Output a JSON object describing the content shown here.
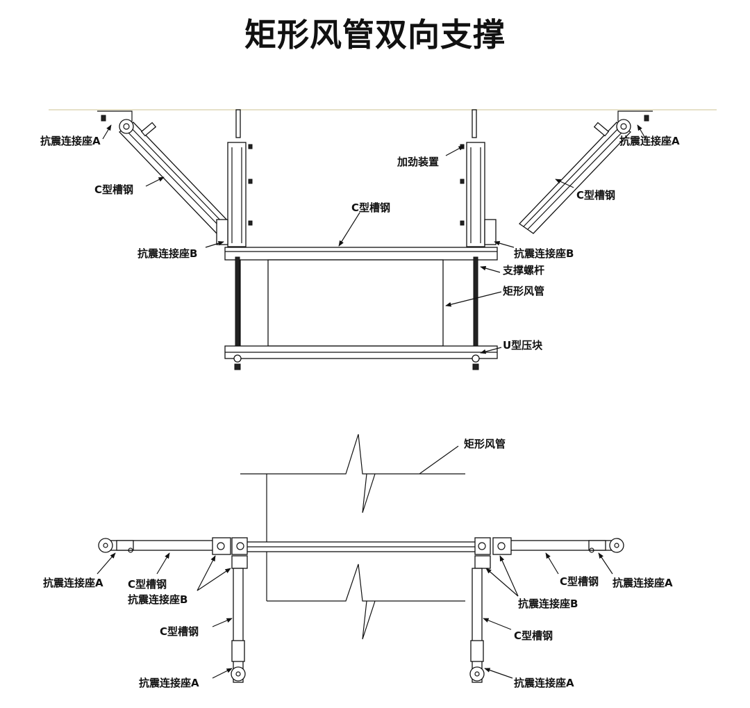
{
  "title": "矩形风管双向支撑",
  "front_view": {
    "labels": {
      "seat_a_left": "抗震连接座A",
      "seat_a_right": "抗震连接座A",
      "reinforce": "加劲装置",
      "channel_left": "C型槽钢",
      "channel_right": "C型槽钢",
      "channel_top": "C型槽钢",
      "seat_b_left": "抗震连接座B",
      "seat_b_right": "抗震连接座B",
      "rod": "支撑螺杆",
      "duct": "矩形风管",
      "clamp": "U型压块"
    }
  },
  "plan_view": {
    "labels": {
      "duct": "矩形风管",
      "seat_a_left": "抗震连接座A",
      "channel_left": "C型槽钢",
      "seat_b_left": "抗震连接座B",
      "channel_right": "C型槽钢",
      "seat_a_right": "抗震连接座A",
      "seat_b_right": "抗震连接座B",
      "channel_down_left": "C型槽钢",
      "channel_down_right": "C型槽钢",
      "seat_a_bottom_left": "抗震连接座A",
      "seat_a_bottom_right": "抗震连接座A"
    }
  }
}
